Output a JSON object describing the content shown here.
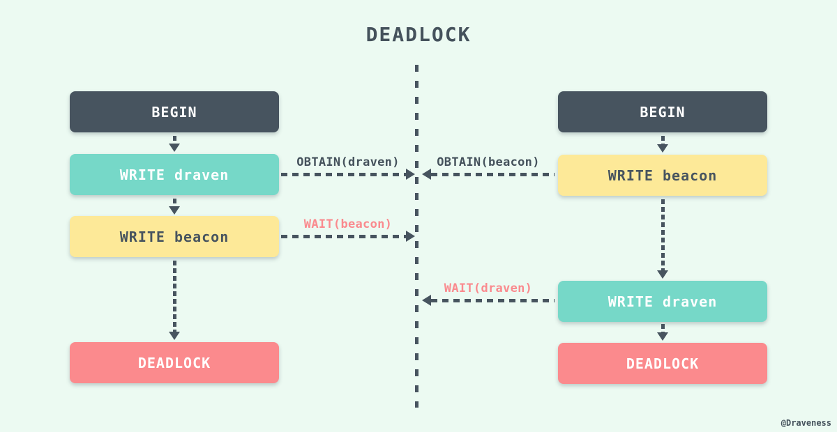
{
  "title": "DEADLOCK",
  "watermark": "@Draveness",
  "colors": {
    "background": "#ecfaf2",
    "dark_slate": "#47545f",
    "teal": "#76d8c8",
    "yellow": "#fde998",
    "red": "#fb8a8d",
    "box_text_light": "#ffffff",
    "label_dark": "#45525c",
    "label_red": "#fa8a8e"
  },
  "left_transaction": {
    "steps": [
      {
        "label": "BEGIN",
        "color": "dark"
      },
      {
        "label": "WRITE draven",
        "color": "teal"
      },
      {
        "label": "WRITE beacon",
        "color": "yellow"
      },
      {
        "label": "DEADLOCK",
        "color": "red"
      }
    ]
  },
  "right_transaction": {
    "steps": [
      {
        "label": "BEGIN",
        "color": "dark"
      },
      {
        "label": "WRITE beacon",
        "color": "yellow"
      },
      {
        "label": "WRITE draven",
        "color": "teal"
      },
      {
        "label": "DEADLOCK",
        "color": "red"
      }
    ]
  },
  "messages": [
    {
      "label": "OBTAIN(draven)",
      "from": "left",
      "direction": "right",
      "tone": "dark"
    },
    {
      "label": "OBTAIN(beacon)",
      "from": "right",
      "direction": "left",
      "tone": "dark"
    },
    {
      "label": "WAIT(beacon)",
      "from": "left",
      "direction": "right",
      "tone": "red"
    },
    {
      "label": "WAIT(draven)",
      "from": "right",
      "direction": "left",
      "tone": "red"
    }
  ]
}
